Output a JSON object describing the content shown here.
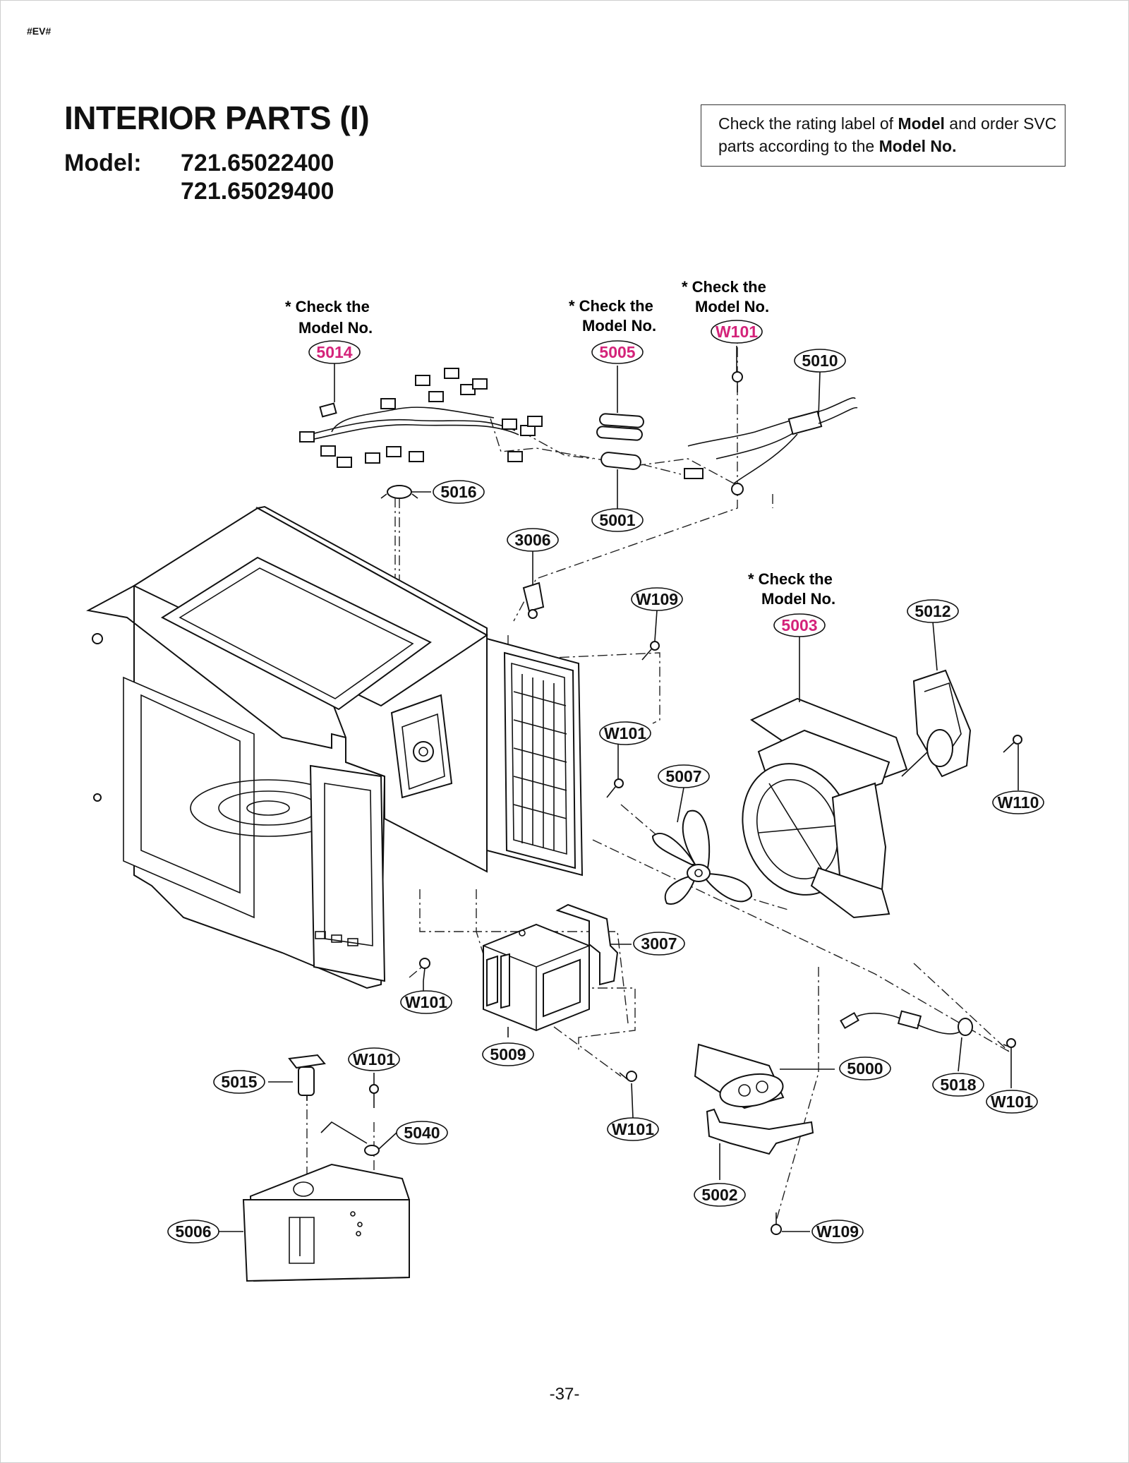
{
  "doc_code": "#EV#",
  "title": "INTERIOR PARTS (I)",
  "model": {
    "label": "Model:",
    "numbers": [
      "721.65022400",
      "721.65029400"
    ]
  },
  "notice": {
    "text_1": "Check the rating label of ",
    "bold_1": "Model",
    "text_2": " and order SVC parts according to the ",
    "bold_2": "Model No."
  },
  "check_note": {
    "line_1": "* Check the",
    "line_2": "Model No."
  },
  "colors": {
    "highlight": "#d4237a",
    "ink": "#111111"
  },
  "callouts": [
    {
      "id": "c5014",
      "label": "5014",
      "highlight": true
    },
    {
      "id": "c5005",
      "label": "5005",
      "highlight": true
    },
    {
      "id": "cW101_top",
      "label": "W101",
      "highlight": true
    },
    {
      "id": "c5010",
      "label": "5010",
      "highlight": false
    },
    {
      "id": "c5016",
      "label": "5016",
      "highlight": false
    },
    {
      "id": "c5001",
      "label": "5001",
      "highlight": false
    },
    {
      "id": "c3006",
      "label": "3006",
      "highlight": false
    },
    {
      "id": "cW109_a",
      "label": "W109",
      "highlight": false
    },
    {
      "id": "c5003",
      "label": "5003",
      "highlight": true
    },
    {
      "id": "c5012",
      "label": "5012",
      "highlight": false
    },
    {
      "id": "cW101_b",
      "label": "W101",
      "highlight": false
    },
    {
      "id": "c5007",
      "label": "5007",
      "highlight": false
    },
    {
      "id": "cW110",
      "label": "W110",
      "highlight": false
    },
    {
      "id": "c3007",
      "label": "3007",
      "highlight": false
    },
    {
      "id": "cW101_c",
      "label": "W101",
      "highlight": false
    },
    {
      "id": "c5009",
      "label": "5009",
      "highlight": false
    },
    {
      "id": "c5000",
      "label": "5000",
      "highlight": false
    },
    {
      "id": "c5018",
      "label": "5018",
      "highlight": false
    },
    {
      "id": "cW101_d",
      "label": "W101",
      "highlight": false
    },
    {
      "id": "c5015",
      "label": "5015",
      "highlight": false
    },
    {
      "id": "cW101_e",
      "label": "W101",
      "highlight": false
    },
    {
      "id": "c5040",
      "label": "5040",
      "highlight": false
    },
    {
      "id": "cW101_f",
      "label": "W101",
      "highlight": false
    },
    {
      "id": "c5002",
      "label": "5002",
      "highlight": false
    },
    {
      "id": "c5006",
      "label": "5006",
      "highlight": false
    },
    {
      "id": "cW109_b",
      "label": "W109",
      "highlight": false
    }
  ],
  "page_number": "-37-"
}
